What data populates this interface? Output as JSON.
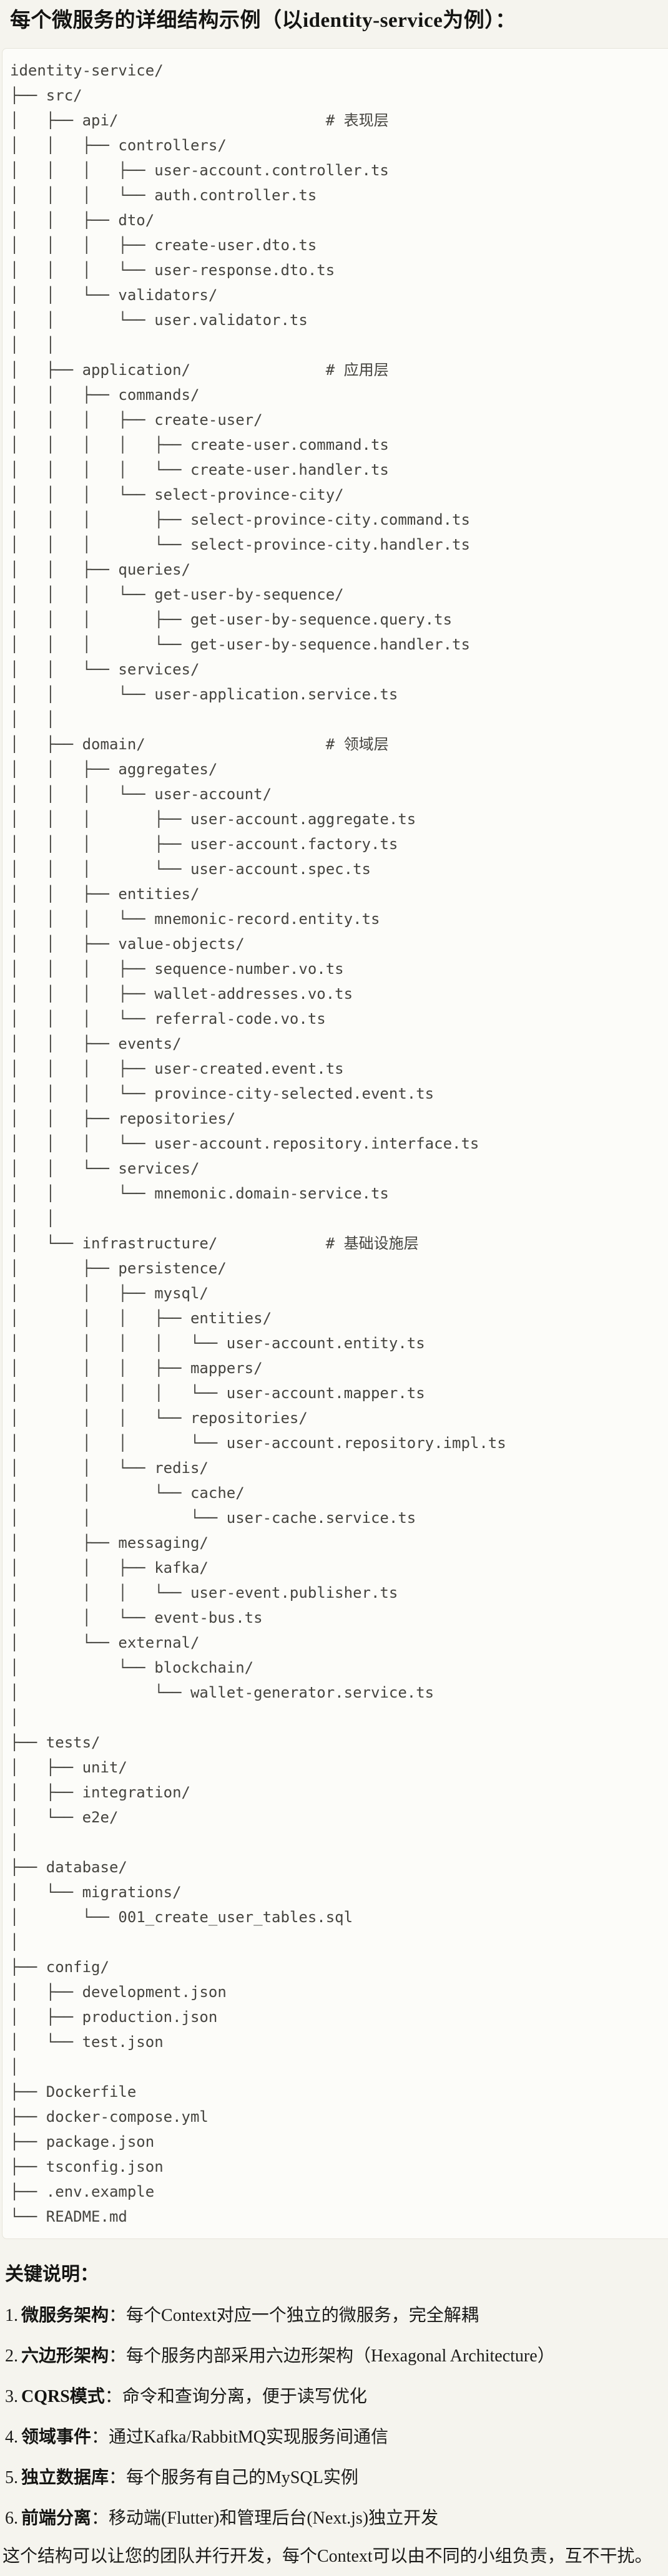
{
  "title": "每个微服务的详细结构示例（以identity-service为例）：",
  "colors": {
    "page_bg": "#f5f4ee",
    "code_bg": "#fcfcf9",
    "code_border": "#e6e4da",
    "code_text": "#45443f",
    "body_text": "#1b1b19"
  },
  "code_block": {
    "lines": [
      "identity-service/",
      "├── src/",
      "│   ├── api/                       # 表现层",
      "│   │   ├── controllers/",
      "│   │   │   ├── user-account.controller.ts",
      "│   │   │   └── auth.controller.ts",
      "│   │   ├── dto/",
      "│   │   │   ├── create-user.dto.ts",
      "│   │   │   └── user-response.dto.ts",
      "│   │   └── validators/",
      "│   │       └── user.validator.ts",
      "│   │",
      "│   ├── application/               # 应用层",
      "│   │   ├── commands/",
      "│   │   │   ├── create-user/",
      "│   │   │   │   ├── create-user.command.ts",
      "│   │   │   │   └── create-user.handler.ts",
      "│   │   │   └── select-province-city/",
      "│   │   │       ├── select-province-city.command.ts",
      "│   │   │       └── select-province-city.handler.ts",
      "│   │   ├── queries/",
      "│   │   │   └── get-user-by-sequence/",
      "│   │   │       ├── get-user-by-sequence.query.ts",
      "│   │   │       └── get-user-by-sequence.handler.ts",
      "│   │   └── services/",
      "│   │       └── user-application.service.ts",
      "│   │",
      "│   ├── domain/                    # 领域层",
      "│   │   ├── aggregates/",
      "│   │   │   └── user-account/",
      "│   │   │       ├── user-account.aggregate.ts",
      "│   │   │       ├── user-account.factory.ts",
      "│   │   │       └── user-account.spec.ts",
      "│   │   ├── entities/",
      "│   │   │   └── mnemonic-record.entity.ts",
      "│   │   ├── value-objects/",
      "│   │   │   ├── sequence-number.vo.ts",
      "│   │   │   ├── wallet-addresses.vo.ts",
      "│   │   │   └── referral-code.vo.ts",
      "│   │   ├── events/",
      "│   │   │   ├── user-created.event.ts",
      "│   │   │   └── province-city-selected.event.ts",
      "│   │   ├── repositories/",
      "│   │   │   └── user-account.repository.interface.ts",
      "│   │   └── services/",
      "│   │       └── mnemonic.domain-service.ts",
      "│   │",
      "│   └── infrastructure/            # 基础设施层",
      "│       ├── persistence/",
      "│       │   ├── mysql/",
      "│       │   │   ├── entities/",
      "│       │   │   │   └── user-account.entity.ts",
      "│       │   │   ├── mappers/",
      "│       │   │   │   └── user-account.mapper.ts",
      "│       │   │   └── repositories/",
      "│       │   │       └── user-account.repository.impl.ts",
      "│       │   └── redis/",
      "│       │       └── cache/",
      "│       │           └── user-cache.service.ts",
      "│       ├── messaging/",
      "│       │   ├── kafka/",
      "│       │   │   └── user-event.publisher.ts",
      "│       │   └── event-bus.ts",
      "│       └── external/",
      "│           └── blockchain/",
      "│               └── wallet-generator.service.ts",
      "│",
      "├── tests/",
      "│   ├── unit/",
      "│   ├── integration/",
      "│   └── e2e/",
      "│",
      "├── database/",
      "│   └── migrations/",
      "│       └── 001_create_user_tables.sql",
      "│",
      "├── config/",
      "│   ├── development.json",
      "│   ├── production.json",
      "│   └── test.json",
      "│",
      "├── Dockerfile",
      "├── docker-compose.yml",
      "├── package.json",
      "├── tsconfig.json",
      "├── .env.example",
      "└── README.md"
    ]
  },
  "notes": {
    "heading": "关键说明：",
    "colon": "：",
    "items": [
      {
        "num": "1.",
        "term": "微服务架构",
        "desc": "每个Context对应一个独立的微服务，完全解耦"
      },
      {
        "num": "2.",
        "term": "六边形架构",
        "desc": "每个服务内部采用六边形架构（Hexagonal Architecture）"
      },
      {
        "num": "3.",
        "term": "CQRS模式",
        "desc": "命令和查询分离，便于读写优化"
      },
      {
        "num": "4.",
        "term": "领域事件",
        "desc": "通过Kafka/RabbitMQ实现服务间通信"
      },
      {
        "num": "5.",
        "term": "独立数据库",
        "desc": "每个服务有自己的MySQL实例"
      },
      {
        "num": "6.",
        "term": "前端分离",
        "desc": "移动端(Flutter)和管理后台(Next.js)独立开发"
      }
    ],
    "closing": "这个结构可以让您的团队并行开发，每个Context可以由不同的小组负责，互不干扰。"
  }
}
